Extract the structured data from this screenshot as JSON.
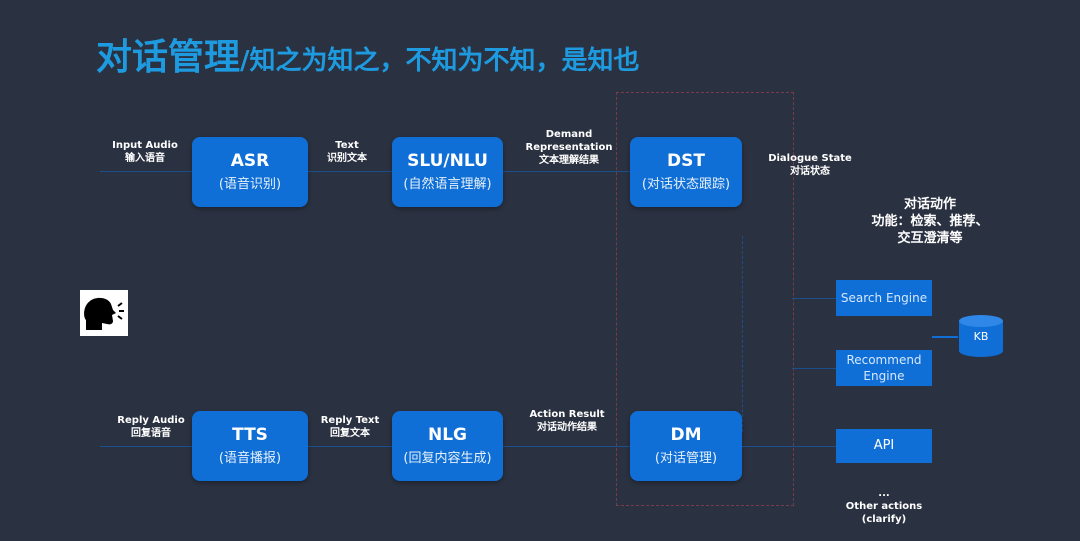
{
  "title": {
    "main": "对话管理",
    "sub": "/知之为知之，不知为不知，是知也"
  },
  "pipeline": {
    "asr": {
      "name": "ASR",
      "sub": "(语音识别)"
    },
    "slu": {
      "name": "SLU/NLU",
      "sub": "(自然语言理解)"
    },
    "dst": {
      "name": "DST",
      "sub": "(对话状态跟踪)"
    },
    "tts": {
      "name": "TTS",
      "sub": "(语音播报)"
    },
    "nlg": {
      "name": "NLG",
      "sub": "(回复内容生成)"
    },
    "dm": {
      "name": "DM",
      "sub": "(对话管理)"
    }
  },
  "labels": {
    "input_audio": "Input Audio\n输入语音",
    "text": "Text\n识别文本",
    "demand": "Demand\nRepresentation\n文本理解结果",
    "dialogue_state": "Dialogue State\n对话状态",
    "reply_audio": "Reply Audio\n回复语音",
    "reply_text": "Reply Text\n回复文本",
    "action_result": "Action Result\n对话动作结果",
    "actions": "对话动作\n功能：检索、推荐、\n交互澄清等",
    "other_actions": "...\nOther actions\n(clarify)"
  },
  "services": {
    "search": "Search Engine",
    "recommend": "Recommend\nEngine",
    "api": "API",
    "kb": "KB"
  },
  "colors": {
    "background": "#2a3140",
    "title": "#1e9be0",
    "box": "#0f6fd6",
    "dashed": "#7b3a4a"
  },
  "icons": [
    "speaking-head-icon",
    "database-icon"
  ]
}
